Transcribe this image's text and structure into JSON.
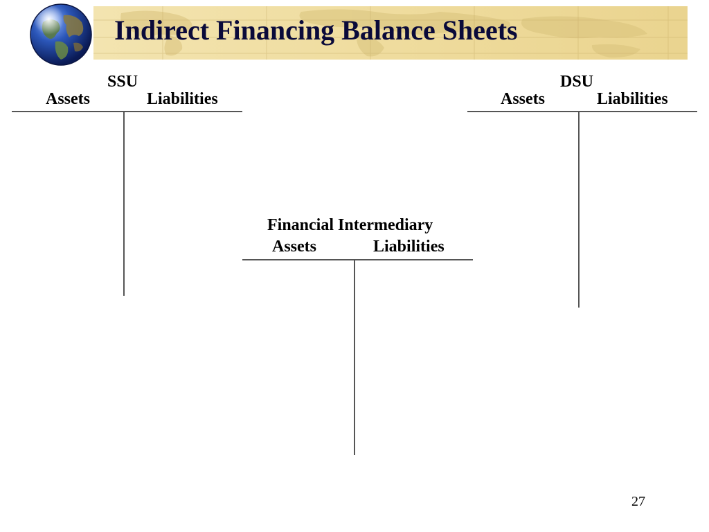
{
  "slide": {
    "title": "Indirect Financing Balance Sheets",
    "page_number": "27"
  },
  "ssu": {
    "name": "SSU",
    "assets_label": "Assets",
    "liabilities_label": "Liabilities"
  },
  "dsu": {
    "name": "DSU",
    "assets_label": "Assets",
    "liabilities_label": "Liabilities"
  },
  "intermediary": {
    "name": "Financial Intermediary",
    "assets_label": "Assets",
    "liabilities_label": "Liabilities"
  },
  "colors": {
    "banner": "#efdc9e",
    "title": "#0a0a3a",
    "lines": "#555555"
  },
  "icons": [
    "globe-icon",
    "world-map-icon"
  ]
}
